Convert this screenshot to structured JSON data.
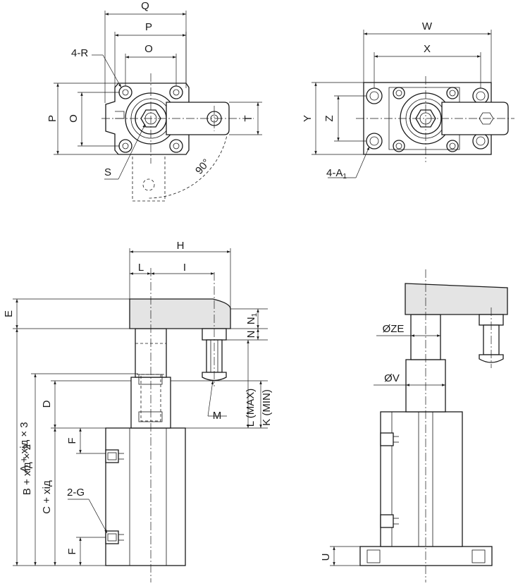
{
  "top_left_view": {
    "Q": "Q",
    "P_top": "P",
    "O_top": "O",
    "four_R": "4-R",
    "P_side": "P",
    "O_side": "O",
    "T": "T",
    "S": "S",
    "angle": "90°"
  },
  "top_right_view": {
    "W": "W",
    "X": "X",
    "Y": "Y",
    "Z": "Z",
    "four_A1": "4-A",
    "four_A1_sub": "1"
  },
  "front_view": {
    "H": "H",
    "L_top": "L",
    "I": "I",
    "E": "E",
    "N1": "N",
    "N1_sub": "1",
    "N": "N",
    "D": "D",
    "M": "M",
    "L_max": "L (MAX)",
    "K_min": "K (MIN)",
    "F_upper": "F",
    "F_lower": "F",
    "two_G": "2-G",
    "A_stroke": "A + хід × 3",
    "B_stroke": "B + хід × 2",
    "C_stroke": "C + хід"
  },
  "side_view": {
    "ZE": "ØZE",
    "V": "ØV",
    "U": "U"
  }
}
